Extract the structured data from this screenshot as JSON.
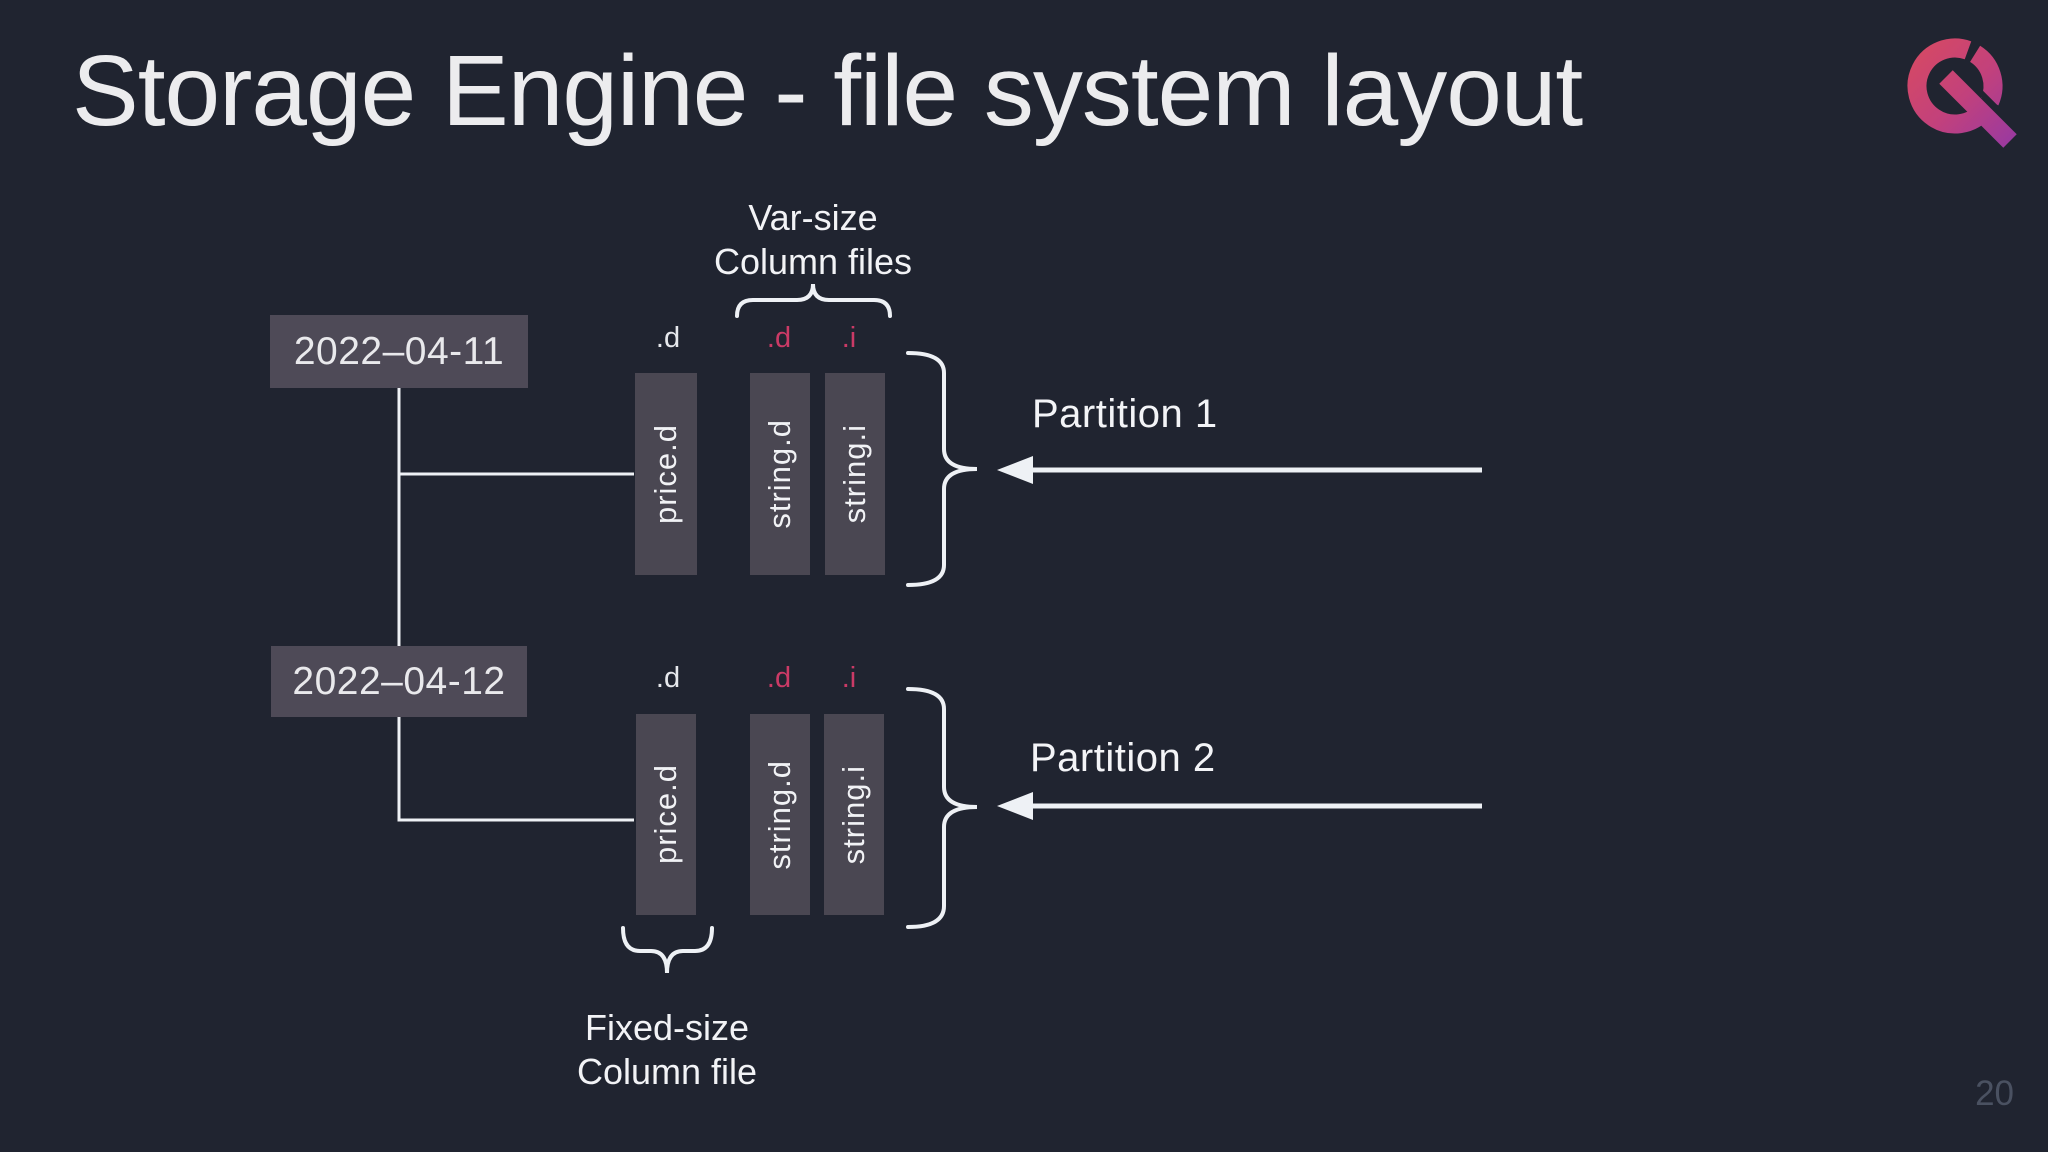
{
  "slide": {
    "title": "Storage Engine - file system layout",
    "page_number": "20"
  },
  "colors": {
    "background": "#202430",
    "column_box_fill": "#4a4752",
    "date_box_fill": "#4e4a57",
    "accent_pink": "#cb3a66",
    "connector_line": "#eef1f5",
    "logo_gradient_start": "#d84a61",
    "logo_gradient_end": "#9c3a9e",
    "page_number_color": "#4a5161"
  },
  "logo": {
    "name": "questdb-logo"
  },
  "labels": {
    "var_size_line1": "Var-size",
    "var_size_line2": "Column files",
    "fixed_size_line1": "Fixed-size",
    "fixed_size_line2": "Column file"
  },
  "partitions": [
    {
      "date": "2022–04-11",
      "label": "Partition 1",
      "exts": [
        ".d",
        ".d",
        ".i"
      ],
      "files": [
        "price.d",
        "string.d",
        "string.i"
      ]
    },
    {
      "date": "2022–04-12",
      "label": "Partition 2",
      "exts": [
        ".d",
        ".d",
        ".i"
      ],
      "files": [
        "price.d",
        "string.d",
        "string.i"
      ]
    }
  ]
}
